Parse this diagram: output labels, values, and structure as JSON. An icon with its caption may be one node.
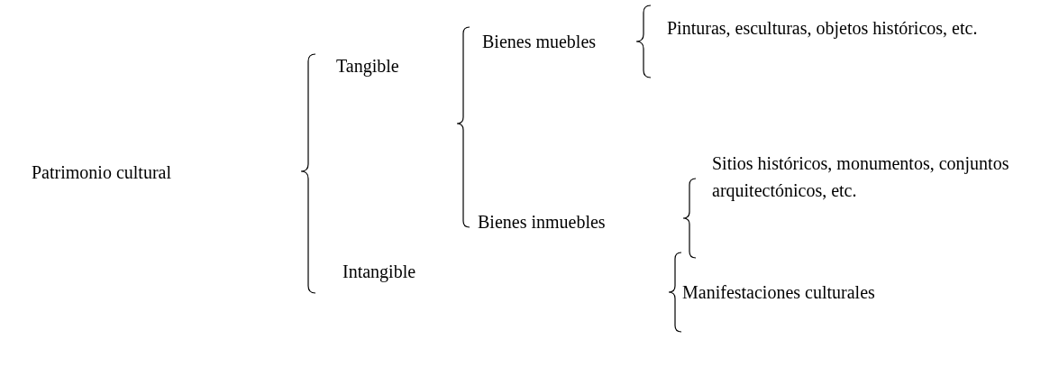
{
  "diagram": {
    "nodes": [
      {
        "text": [
          "Patrimonio cultural"
        ]
      },
      {
        "text": [
          "Tangible"
        ]
      },
      {
        "text": [
          "Bienes muebles"
        ]
      },
      {
        "text": [
          "Pinturas, esculturas, objetos históricos, etc."
        ]
      },
      {
        "text": [
          "Bienes inmuebles"
        ]
      },
      {
        "text": [
          "Sitios históricos, monumentos, conjuntos arquitectónicos, etc."
        ]
      },
      {
        "text": [
          "Intangible"
        ]
      },
      {
        "text": [
          "Manifestaciones culturales"
        ]
      }
    ]
  }
}
